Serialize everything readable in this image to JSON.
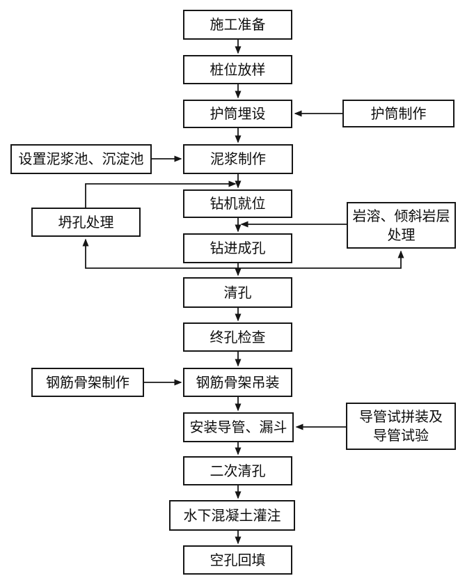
{
  "diagram": {
    "type": "flowchart",
    "language": "zh-CN",
    "nodes": [
      {
        "id": "construction-prep",
        "label": "施工准备"
      },
      {
        "id": "pile-layout",
        "label": "桩位放样"
      },
      {
        "id": "casing-install",
        "label": "护筒埋设"
      },
      {
        "id": "casing-fabrication",
        "label": "护筒制作"
      },
      {
        "id": "mud-pools-setup",
        "label": "设置泥浆池、沉淀池"
      },
      {
        "id": "mud-making",
        "label": "泥浆制作"
      },
      {
        "id": "drill-positioning",
        "label": "钻机就位"
      },
      {
        "id": "collapse-treatment",
        "label": "坍孔处理"
      },
      {
        "id": "drilling",
        "label": "钻进成孔"
      },
      {
        "id": "karst-treatment",
        "label": "岩溶、倾斜岩层\n处理"
      },
      {
        "id": "hole-cleaning",
        "label": "清孔"
      },
      {
        "id": "final-hole-check",
        "label": "终孔检查"
      },
      {
        "id": "cage-fabrication",
        "label": "钢筋骨架制作"
      },
      {
        "id": "cage-hoisting",
        "label": "钢筋骨架吊装"
      },
      {
        "id": "conduit-install",
        "label": "安装导管、漏斗"
      },
      {
        "id": "conduit-trial-test",
        "label": "导管试拼装及\n导管试验"
      },
      {
        "id": "second-cleaning",
        "label": "二次清孔"
      },
      {
        "id": "underwater-concrete",
        "label": "水下混凝土灌注"
      },
      {
        "id": "empty-hole-backfill",
        "label": "空孔回填"
      }
    ],
    "edges": [
      {
        "from": "construction-prep",
        "to": "pile-layout"
      },
      {
        "from": "pile-layout",
        "to": "casing-install"
      },
      {
        "from": "casing-fabrication",
        "to": "casing-install"
      },
      {
        "from": "casing-install",
        "to": "mud-making"
      },
      {
        "from": "mud-pools-setup",
        "to": "mud-making"
      },
      {
        "from": "mud-making",
        "to": "drill-positioning"
      },
      {
        "from": "collapse-treatment",
        "to": "drill-positioning"
      },
      {
        "from": "drill-positioning",
        "to": "drilling"
      },
      {
        "from": "karst-treatment",
        "to": "drilling"
      },
      {
        "from": "drilling",
        "to": "collapse-treatment"
      },
      {
        "from": "drilling",
        "to": "karst-treatment"
      },
      {
        "from": "drilling",
        "to": "hole-cleaning"
      },
      {
        "from": "hole-cleaning",
        "to": "final-hole-check"
      },
      {
        "from": "final-hole-check",
        "to": "cage-hoisting"
      },
      {
        "from": "cage-fabrication",
        "to": "cage-hoisting"
      },
      {
        "from": "cage-hoisting",
        "to": "conduit-install"
      },
      {
        "from": "conduit-trial-test",
        "to": "conduit-install"
      },
      {
        "from": "conduit-install",
        "to": "second-cleaning"
      },
      {
        "from": "second-cleaning",
        "to": "underwater-concrete"
      },
      {
        "from": "underwater-concrete",
        "to": "empty-hole-backfill"
      }
    ],
    "colors": {
      "line": "#161616",
      "box_border": "#161616",
      "box_fill": "#ffffff",
      "text": "#0d0d0d",
      "background": "#ffffff"
    }
  }
}
